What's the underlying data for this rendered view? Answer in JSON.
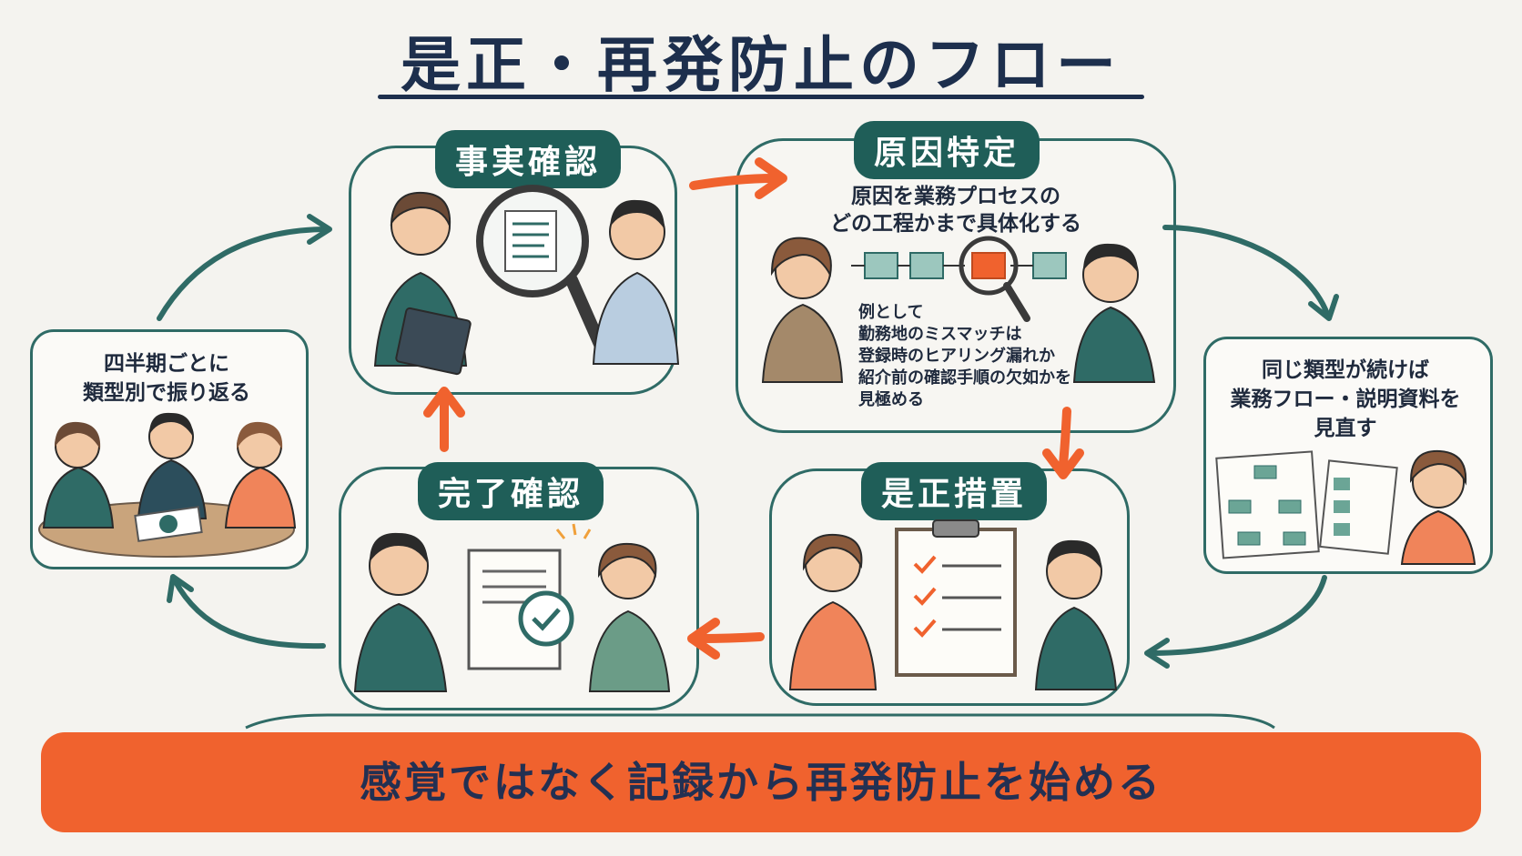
{
  "title": "是正・再発防止のフロー",
  "steps": {
    "fact_check": {
      "label": "事実確認"
    },
    "cause_identification": {
      "label": "原因特定",
      "description_line1": "原因を業務プロセスの",
      "description_line2": "どの工程かまで具体化する",
      "example_lines": [
        "例として",
        "勤務地のミスマッチは",
        "登録時のヒアリング漏れか",
        "紹介前の確認手順の欠如かを",
        "見極める"
      ]
    },
    "corrective_action": {
      "label": "是正措置"
    },
    "completion_check": {
      "label": "完了確認"
    }
  },
  "side_left": {
    "line1": "四半期ごとに",
    "line2": "類型別で振り返る"
  },
  "side_right": {
    "line1": "同じ類型が続けば",
    "line2": "業務フロー・説明資料を",
    "line3": "見直す"
  },
  "banner": "感覚ではなく記録から再発防止を始める",
  "colors": {
    "teal": "#2f6b66",
    "label_teal": "#1f5e58",
    "orange": "#f0622e",
    "navy": "#1d2f4d"
  }
}
